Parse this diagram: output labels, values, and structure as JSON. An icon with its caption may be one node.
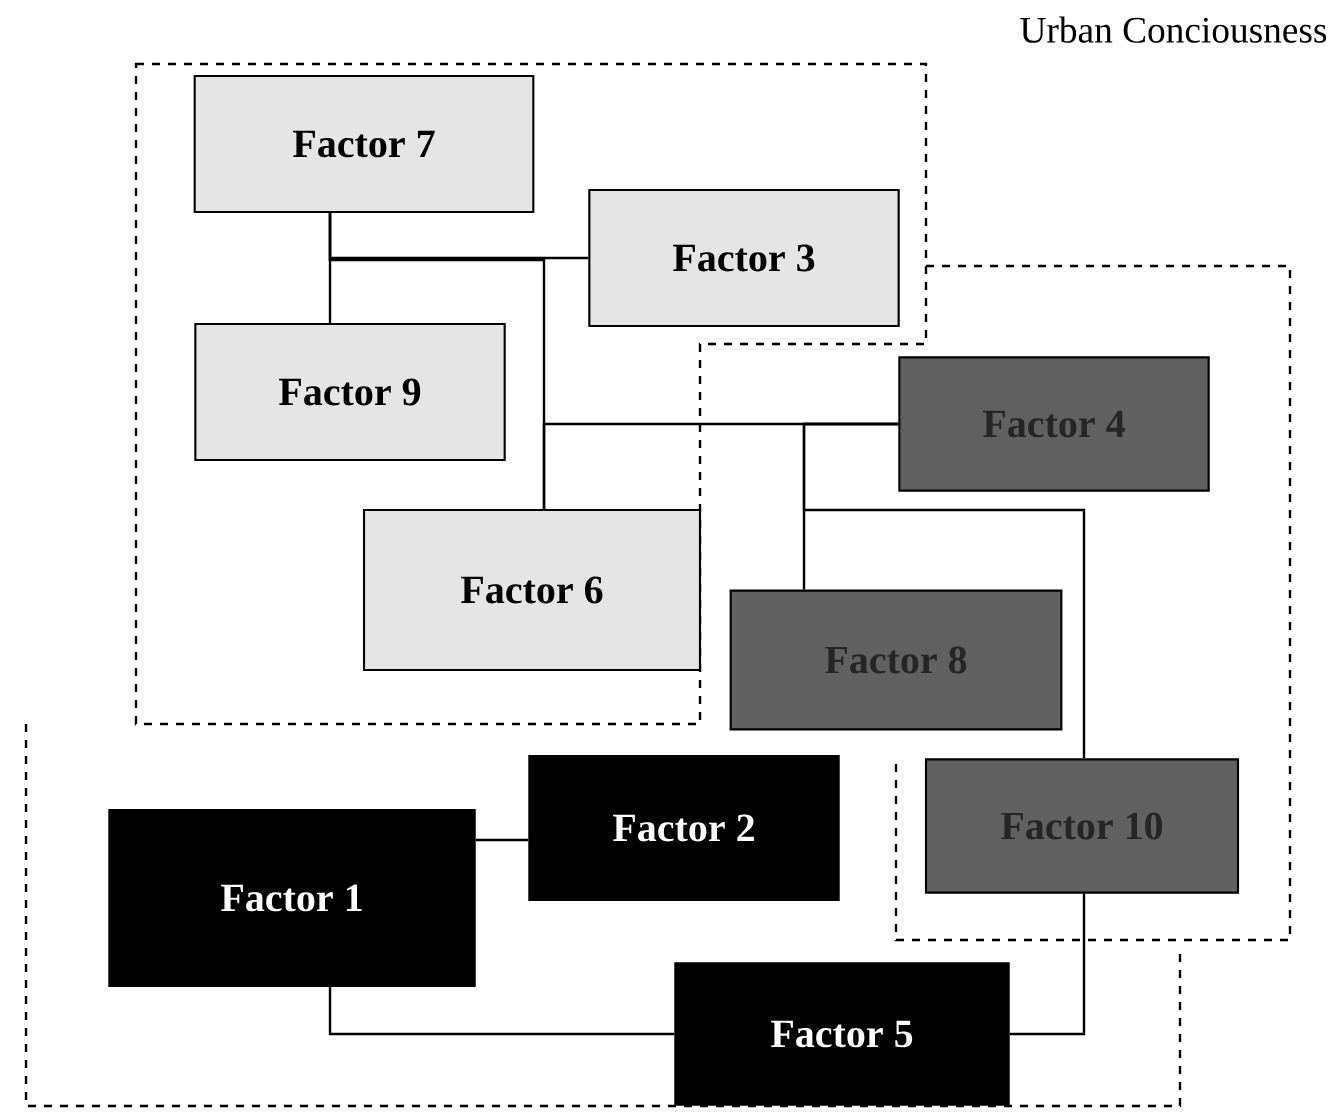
{
  "diagram": {
    "nodes": [
      {
        "text": [
          "Factor 7"
        ]
      },
      {
        "text": [
          "Factor 3"
        ]
      },
      {
        "text": [
          "Factor 9"
        ]
      },
      {
        "text": [
          "Factor 4"
        ]
      },
      {
        "text": [
          "Factor 6"
        ]
      },
      {
        "text": [
          "Factor 8"
        ]
      },
      {
        "text": [
          "Factor 2"
        ]
      },
      {
        "text": [
          "Factor 1"
        ]
      },
      {
        "text": [
          "Factor 10"
        ]
      },
      {
        "text": [
          "Factor 5"
        ]
      }
    ],
    "edges": [
      {
        "from": 0,
        "to": 2,
        "arrow": "none"
      },
      {
        "from": 0,
        "to": 1,
        "arrow": "none"
      },
      {
        "from": 0,
        "to": 4,
        "arrow": "none"
      },
      {
        "from": 4,
        "to": 3,
        "arrow": "none"
      },
      {
        "from": 3,
        "to": 5,
        "arrow": "none"
      },
      {
        "from": 3,
        "to": 8,
        "arrow": "none"
      },
      {
        "from": 8,
        "to": 9,
        "arrow": "none"
      },
      {
        "from": 7,
        "to": 6,
        "arrow": "none"
      },
      {
        "from": 7,
        "to": 9,
        "arrow": "none"
      }
    ],
    "labels": [
      "Urban Conciousness"
    ]
  }
}
